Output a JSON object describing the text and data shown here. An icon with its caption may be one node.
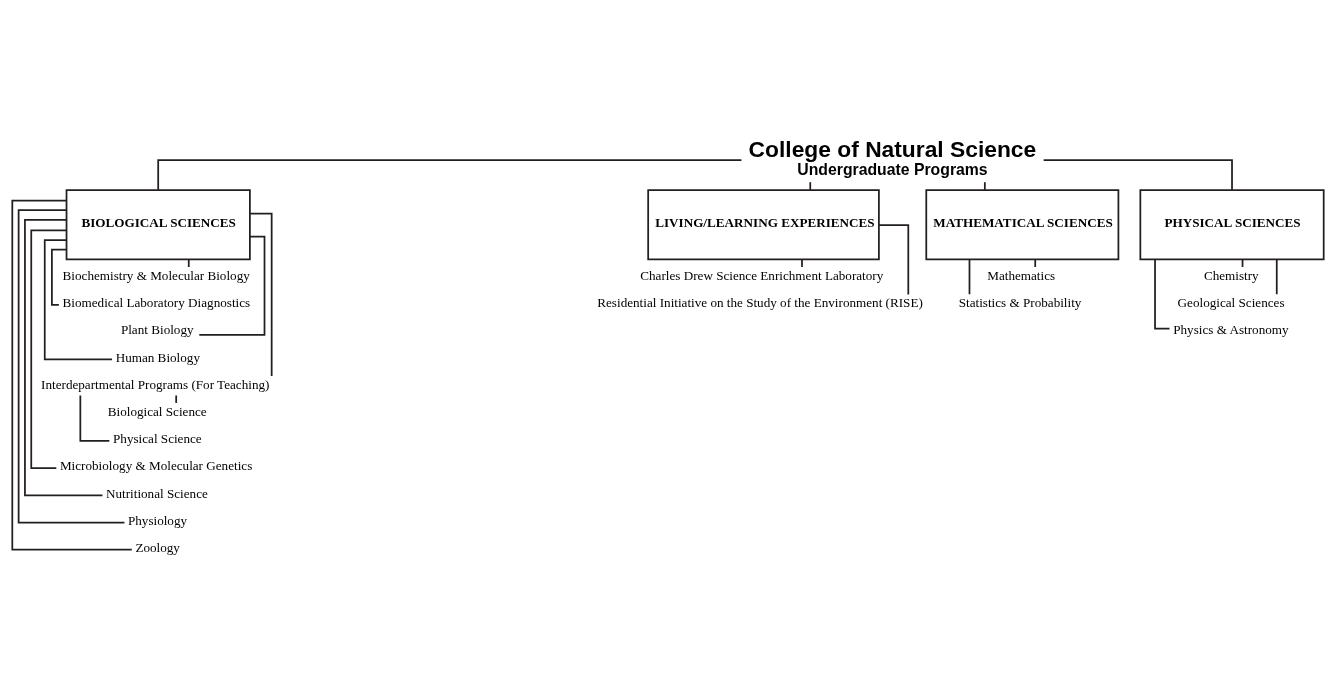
{
  "diagram": {
    "nodes": [
      {
        "text": [
          "College of Natural Science",
          "Undergraduate Programs"
        ]
      },
      {
        "text": [
          "BIOLOGICAL SCIENCES"
        ]
      },
      {
        "text": [
          "LIVING/LEARNING EXPERIENCES"
        ]
      },
      {
        "text": [
          "MATHEMATICAL SCIENCES"
        ]
      },
      {
        "text": [
          "PHYSICAL SCIENCES"
        ]
      },
      {
        "text": [
          "Biochemistry & Molecular Biology"
        ]
      },
      {
        "text": [
          "Biomedical Laboratory Diagnostics"
        ]
      },
      {
        "text": [
          "Plant Biology"
        ]
      },
      {
        "text": [
          "Human Biology"
        ]
      },
      {
        "text": [
          "Interdepartmental Programs (For Teaching)"
        ]
      },
      {
        "text": [
          "Biological Science"
        ]
      },
      {
        "text": [
          "Physical Science"
        ]
      },
      {
        "text": [
          "Microbiology & Molecular Genetics"
        ]
      },
      {
        "text": [
          "Nutritional Science"
        ]
      },
      {
        "text": [
          "Physiology"
        ]
      },
      {
        "text": [
          "Zoology"
        ]
      },
      {
        "text": [
          "Charles Drew Science Enrichment Laboratory"
        ]
      },
      {
        "text": [
          "Residential Initiative on the Study of the Environment (RISE)"
        ]
      },
      {
        "text": [
          "Mathematics"
        ]
      },
      {
        "text": [
          "Statistics & Probability"
        ]
      },
      {
        "text": [
          "Chemistry"
        ]
      },
      {
        "text": [
          "Geological Sciences"
        ]
      },
      {
        "text": [
          "Physics & Astronomy"
        ]
      }
    ],
    "edges": [
      {
        "from": 0,
        "to": 1,
        "arrow": "none"
      },
      {
        "from": 0,
        "to": 2,
        "arrow": "none"
      },
      {
        "from": 0,
        "to": 3,
        "arrow": "none"
      },
      {
        "from": 0,
        "to": 4,
        "arrow": "none"
      },
      {
        "from": 1,
        "to": 5,
        "arrow": "none"
      },
      {
        "from": 1,
        "to": 6,
        "arrow": "none"
      },
      {
        "from": 1,
        "to": 7,
        "arrow": "none"
      },
      {
        "from": 1,
        "to": 8,
        "arrow": "none"
      },
      {
        "from": 1,
        "to": 9,
        "arrow": "none"
      },
      {
        "from": 9,
        "to": 10,
        "arrow": "none"
      },
      {
        "from": 9,
        "to": 11,
        "arrow": "none"
      },
      {
        "from": 1,
        "to": 12,
        "arrow": "none"
      },
      {
        "from": 1,
        "to": 13,
        "arrow": "none"
      },
      {
        "from": 1,
        "to": 14,
        "arrow": "none"
      },
      {
        "from": 1,
        "to": 15,
        "arrow": "none"
      },
      {
        "from": 2,
        "to": 16,
        "arrow": "none"
      },
      {
        "from": 2,
        "to": 17,
        "arrow": "none"
      },
      {
        "from": 3,
        "to": 18,
        "arrow": "none"
      },
      {
        "from": 3,
        "to": 19,
        "arrow": "none"
      },
      {
        "from": 4,
        "to": 20,
        "arrow": "none"
      },
      {
        "from": 4,
        "to": 21,
        "arrow": "none"
      },
      {
        "from": 4,
        "to": 22,
        "arrow": "none"
      }
    ]
  }
}
